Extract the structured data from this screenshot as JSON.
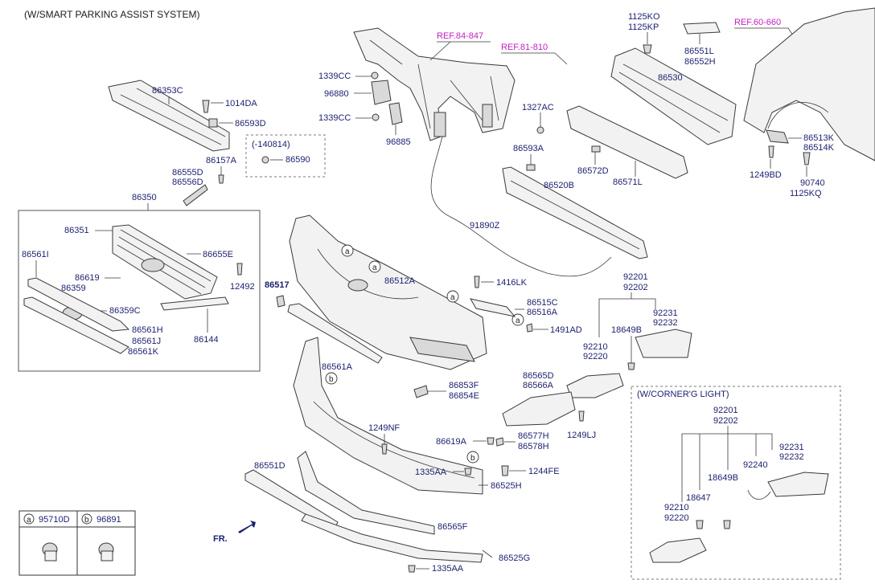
{
  "title": "(W/SMART PARKING ASSIST SYSTEM)",
  "refs": {
    "r1": "REF.84-847",
    "r2": "REF.81-810",
    "r3": "REF.60-660"
  },
  "labels": {
    "p1125KO": "1125KO",
    "p1125KP": "1125KP",
    "p86551L": "86551L",
    "p86552H": "86552H",
    "p86530": "86530",
    "p1339CC_a": "1339CC",
    "p96880": "96880",
    "p1339CC_b": "1339CC",
    "p96885": "96885",
    "p1327AC": "1327AC",
    "p86593A": "86593A",
    "p86572D": "86572D",
    "p86571L": "86571L",
    "p86513K": "86513K",
    "p86514K": "86514K",
    "p1249BD": "1249BD",
    "p90740": "90740",
    "p1125KQ": "1125KQ",
    "p86520B": "86520B",
    "p91890Z": "91890Z",
    "p86353C": "86353C",
    "p1014DA": "1014DA",
    "p86593D": "86593D",
    "p140814": "(-140814)",
    "p86590": "86590",
    "p86157A": "86157A",
    "p86555D": "86555D",
    "p86556D": "86556D",
    "p86350": "86350",
    "p86351": "86351",
    "p86655E": "86655E",
    "p86561I": "86561I",
    "p12492": "12492",
    "p86619": "86619",
    "p86359": "86359",
    "p86359C": "86359C",
    "p86561H": "86561H",
    "p86561J": "86561J",
    "p86561K": "86561K",
    "p86144": "86144",
    "p86517": "86517",
    "p86512A": "86512A",
    "p1416LK": "1416LK",
    "p92201_a": "92201",
    "p92202_a": "92202",
    "p86515C": "86515C",
    "p86516A": "86516A",
    "p92231_a": "92231",
    "p92232_a": "92232",
    "p1491AD": "1491AD",
    "p18649B_a": "18649B",
    "p92210_a": "92210",
    "p92220_a": "92220",
    "p86561A": "86561A",
    "p86565D": "86565D",
    "p86566A": "86566A",
    "p86853F": "86853F",
    "p86854E": "86854E",
    "p1249NF": "1249NF",
    "p1249LJ": "1249LJ",
    "p86619A": "86619A",
    "p86577H": "86577H",
    "p86578H": "86578H",
    "p86551D": "86551D",
    "p1335AA_a": "1335AA",
    "p1244FE": "1244FE",
    "p86525H": "86525H",
    "p86565F": "86565F",
    "p86525G": "86525G",
    "p1335AA_b": "1335AA",
    "corner_title": "(W/CORNER'G LIGHT)",
    "p92201_b": "92201",
    "p92202_b": "92202",
    "p92231_b": "92231",
    "p92232_b": "92232",
    "p92240": "92240",
    "p18649B_b": "18649B",
    "p18647": "18647",
    "p92210_b": "92210",
    "p92220_b": "92220",
    "fr": "FR."
  },
  "callouts": {
    "a": "a",
    "b": "b"
  },
  "legend": {
    "a_letter": "a",
    "a_part": "95710D",
    "b_letter": "b",
    "b_part": "96891"
  }
}
